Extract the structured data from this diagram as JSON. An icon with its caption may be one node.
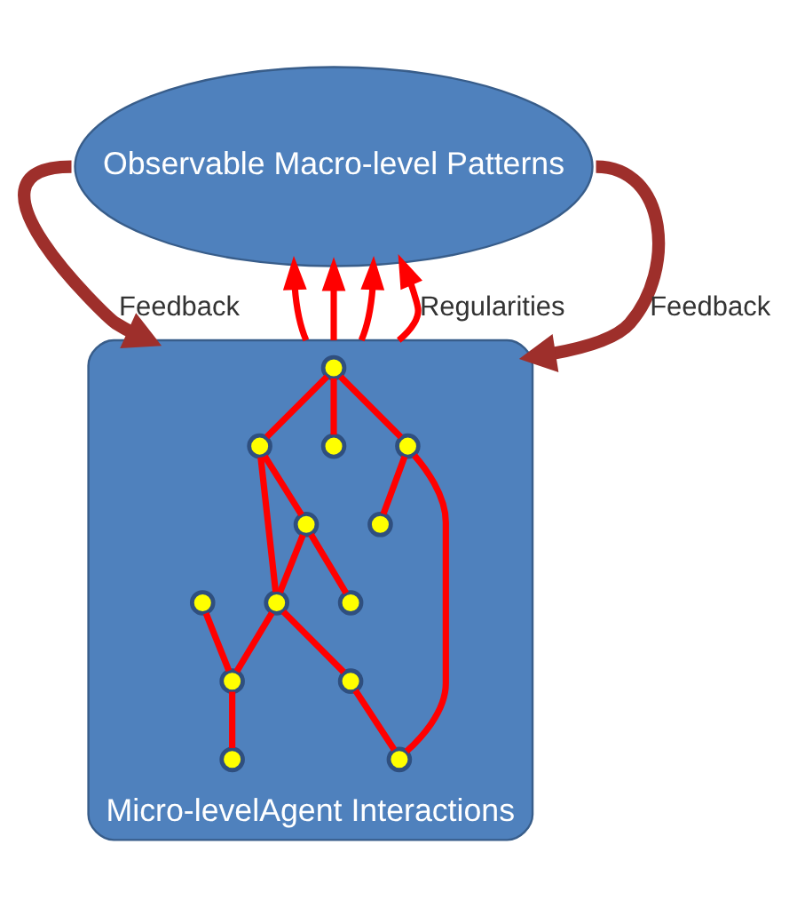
{
  "diagram": {
    "nodes": [
      {
        "text": [
          "Observable Macro-level Patterns"
        ]
      },
      {
        "text": [
          "Micro-levelAgent Interactions"
        ]
      },
      {
        "text": [],
        "shape": "circle",
        "in": 1
      },
      {
        "text": [],
        "shape": "circle",
        "in": 1
      },
      {
        "text": [],
        "shape": "circle",
        "in": 1
      },
      {
        "text": [],
        "shape": "circle",
        "in": 1
      },
      {
        "text": [],
        "shape": "circle",
        "in": 1
      },
      {
        "text": [],
        "shape": "circle",
        "in": 1
      },
      {
        "text": [],
        "shape": "circle",
        "in": 1
      },
      {
        "text": [],
        "shape": "circle",
        "in": 1
      },
      {
        "text": [],
        "shape": "circle",
        "in": 1
      },
      {
        "text": [],
        "shape": "circle",
        "in": 1
      },
      {
        "text": [],
        "shape": "circle",
        "in": 1
      },
      {
        "text": [],
        "shape": "circle",
        "in": 1
      },
      {
        "text": [],
        "shape": "circle",
        "in": 1
      }
    ],
    "edges": [
      {
        "from": 0,
        "to": 1,
        "arrow": "to",
        "label": "Feedback",
        "style": "thick",
        "color": "#9e2f2b"
      },
      {
        "from": 0,
        "to": 1,
        "arrow": "to",
        "label": "Feedback",
        "style": "thick",
        "color": "#9e2f2b"
      },
      {
        "from": 1,
        "to": 0,
        "arrow": "to"
      },
      {
        "from": 1,
        "to": 0,
        "arrow": "to"
      },
      {
        "from": 1,
        "to": 0,
        "arrow": "to"
      },
      {
        "from": 1,
        "to": 0,
        "arrow": "to",
        "label": "Regularities"
      },
      {
        "from": 2,
        "to": 3,
        "arrow": "none"
      },
      {
        "from": 2,
        "to": 4,
        "arrow": "none"
      },
      {
        "from": 2,
        "to": 5,
        "arrow": "none"
      },
      {
        "from": 5,
        "to": 6,
        "arrow": "none"
      },
      {
        "from": 5,
        "to": 9,
        "arrow": "none"
      },
      {
        "from": 3,
        "to": 7,
        "arrow": "none"
      },
      {
        "from": 3,
        "to": 8,
        "arrow": "none"
      },
      {
        "from": 7,
        "to": 8,
        "arrow": "none"
      },
      {
        "from": 7,
        "to": 11,
        "arrow": "none"
      },
      {
        "from": 8,
        "to": 13,
        "arrow": "none"
      },
      {
        "from": 8,
        "to": 10,
        "arrow": "none"
      },
      {
        "from": 10,
        "to": 9,
        "arrow": "none"
      },
      {
        "from": 14,
        "to": 13,
        "arrow": "none"
      },
      {
        "from": 13,
        "to": 12,
        "arrow": "none"
      }
    ]
  }
}
